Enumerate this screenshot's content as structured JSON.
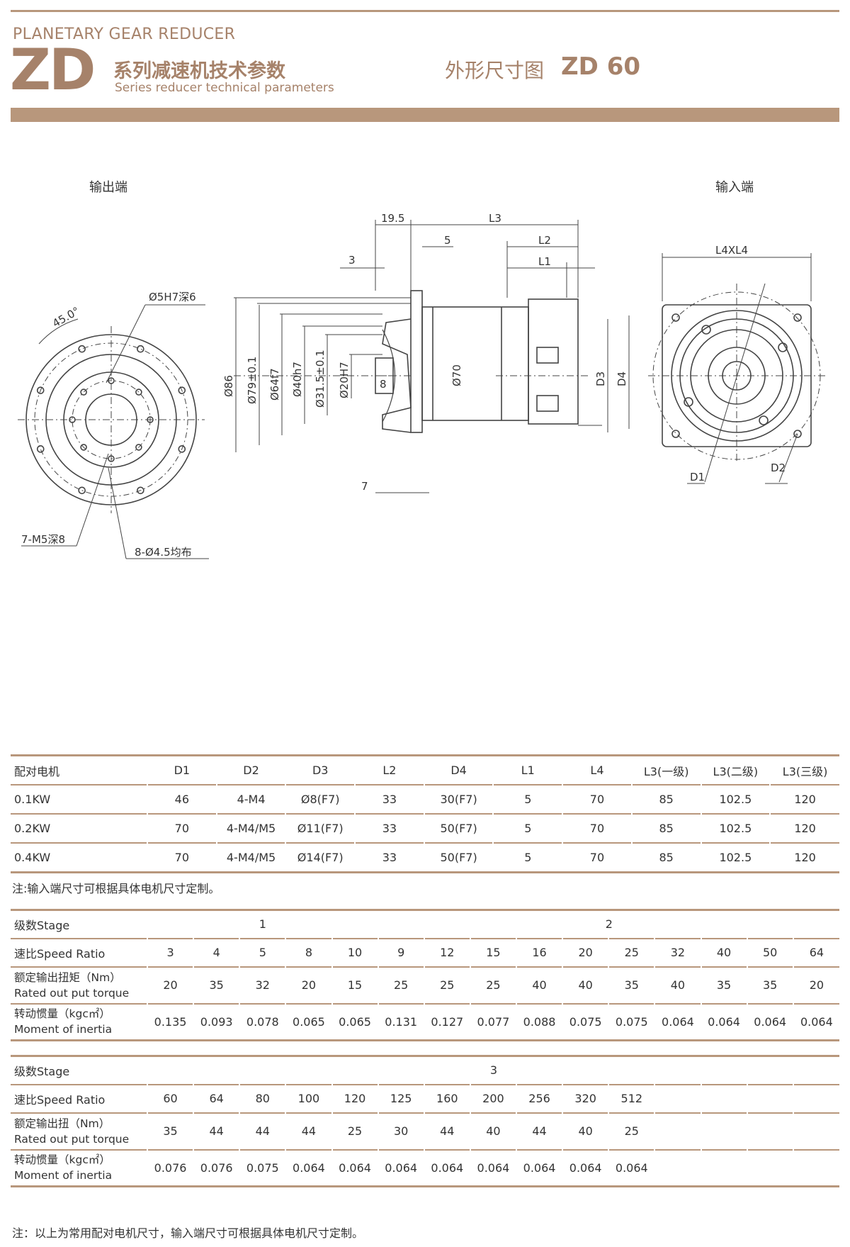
{
  "header": {
    "subtitle_en": "PLANETARY GEAR REDUCER",
    "logo": "ZD",
    "series_cn": "系列减速机技术参数",
    "series_en": "Series reducer technical parameters",
    "drawing_title": "外形尺寸图",
    "drawing_model": "ZD 60"
  },
  "drawing": {
    "output_label": "输出端",
    "input_label": "输入端",
    "dims": {
      "angle": "45.0°",
      "pin_hole": "Ø5H7深6",
      "tapped_holes": "7-M5深8",
      "through_holes": "8-Ø4.5均布",
      "d86": "Ø86",
      "d79": "Ø79±0.1",
      "d64": "Ø64f7",
      "d40": "Ø40h7",
      "d31": "Ø31.5±0.1",
      "d20": "Ø20H7",
      "d70": "Ø70",
      "l195": "19.5",
      "l3": "L3",
      "l5": "5",
      "l2": "L2",
      "l1": "L1",
      "l_3": "3",
      "l8": "8",
      "l7": "7",
      "d3": "D3",
      "d4": "D4",
      "l4xl4": "L4XL4",
      "d1": "D1",
      "d2": "D2"
    }
  },
  "motor_table": {
    "headers": [
      "配对电机",
      "D1",
      "D2",
      "D3",
      "L2",
      "D4",
      "L1",
      "L4",
      "L3(一级)",
      "L3(二级)",
      "L3(三级)"
    ],
    "rows": [
      [
        "0.1KW",
        "46",
        "4-M4",
        "Ø8(F7)",
        "33",
        "30(F7)",
        "5",
        "70",
        "85",
        "102.5",
        "120"
      ],
      [
        "0.2KW",
        "70",
        "4-M4/M5",
        "Ø11(F7)",
        "33",
        "50(F7)",
        "5",
        "70",
        "85",
        "102.5",
        "120"
      ],
      [
        "0.4KW",
        "70",
        "4-M4/M5",
        "Ø14(F7)",
        "33",
        "50(F7)",
        "5",
        "70",
        "85",
        "102.5",
        "120"
      ]
    ]
  },
  "note1": "注:输入端尺寸可根据具体电机尺寸定制。",
  "stage12": {
    "stage_label": "级数Stage",
    "stage1": "1",
    "stage2": "2",
    "ratio_label": "速比Speed Ratio",
    "torque_label_cn": "额定输出扭矩（Nm）",
    "torque_label_en": "Rated out put torque",
    "inertia_label_cn": "转动惯量（kgc㎡）",
    "inertia_label_en": "Moment of inertia",
    "ratios": [
      "3",
      "4",
      "5",
      "8",
      "10",
      "9",
      "12",
      "15",
      "16",
      "20",
      "25",
      "32",
      "40",
      "50",
      "64"
    ],
    "torques": [
      "20",
      "35",
      "32",
      "20",
      "15",
      "25",
      "25",
      "25",
      "40",
      "40",
      "35",
      "40",
      "35",
      "35",
      "20"
    ],
    "inertias": [
      "0.135",
      "0.093",
      "0.078",
      "0.065",
      "0.065",
      "0.131",
      "0.127",
      "0.077",
      "0.088",
      "0.075",
      "0.075",
      "0.064",
      "0.064",
      "0.064",
      "0.064"
    ]
  },
  "stage3": {
    "stage_label": "级数Stage",
    "stage3": "3",
    "ratio_label": "速比Speed Ratio",
    "torque_label_cn": "额定输出扭（Nm）",
    "torque_label_en": "Rated out put torque",
    "inertia_label_cn": "转动惯量（kgc㎡）",
    "inertia_label_en": "Moment of inertia",
    "ratios": [
      "60",
      "64",
      "80",
      "100",
      "120",
      "125",
      "160",
      "200",
      "256",
      "320",
      "512",
      "",
      "",
      "",
      ""
    ],
    "torques": [
      "35",
      "44",
      "44",
      "44",
      "25",
      "30",
      "44",
      "40",
      "44",
      "40",
      "25",
      "",
      "",
      "",
      ""
    ],
    "inertias": [
      "0.076",
      "0.076",
      "0.075",
      "0.064",
      "0.064",
      "0.064",
      "0.064",
      "0.064",
      "0.064",
      "0.064",
      "0.064",
      "",
      "",
      "",
      ""
    ]
  },
  "note2": "注：以上为常用配对电机尺寸，输入端尺寸可根据具体电机尺寸定制。"
}
